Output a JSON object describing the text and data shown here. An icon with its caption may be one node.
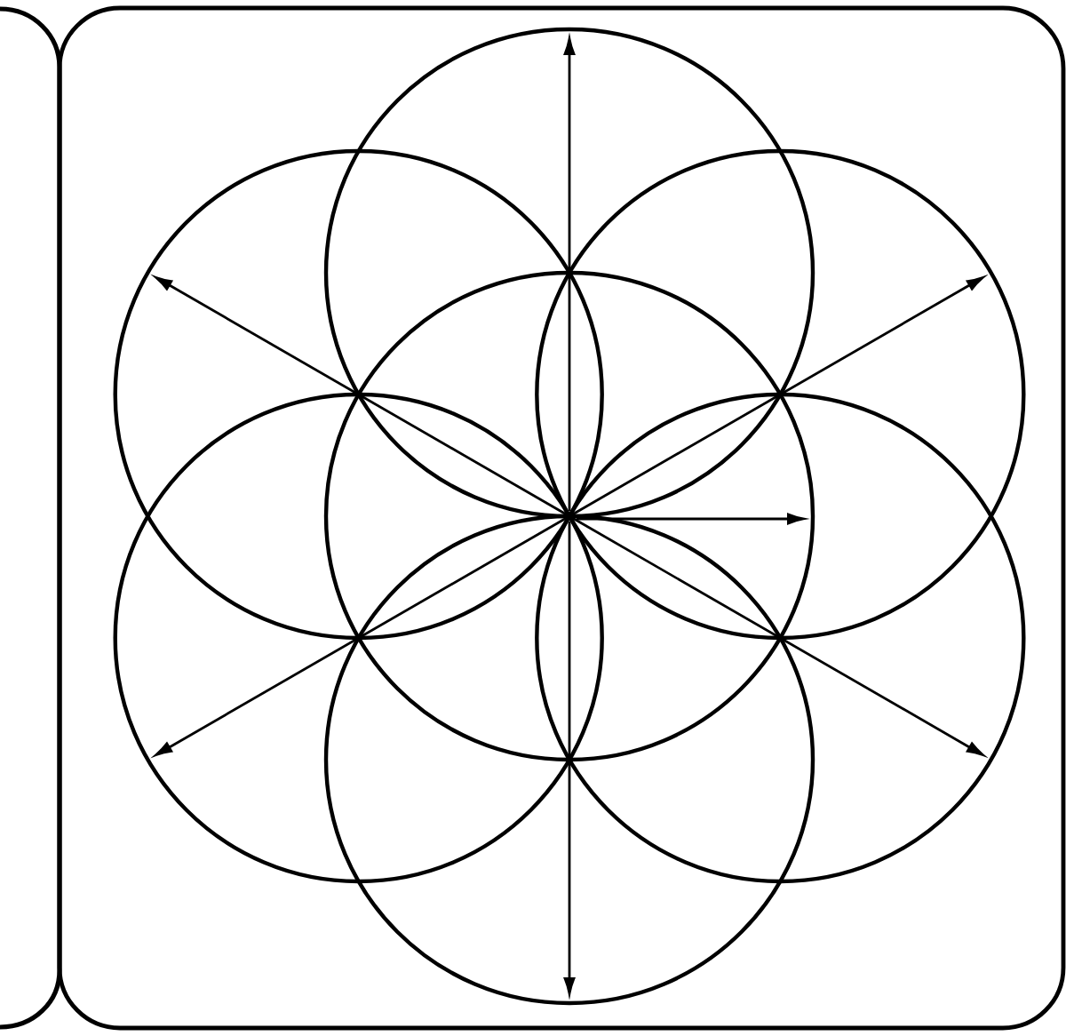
{
  "diagram": {
    "nodes": [
      {
        "text": [],
        "shape": "circle"
      },
      {
        "text": [],
        "shape": "circle"
      },
      {
        "text": [],
        "shape": "circle"
      },
      {
        "text": [],
        "shape": "circle"
      },
      {
        "text": [],
        "shape": "circle"
      },
      {
        "text": [],
        "shape": "circle"
      },
      {
        "text": [],
        "shape": "circle"
      }
    ]
  }
}
